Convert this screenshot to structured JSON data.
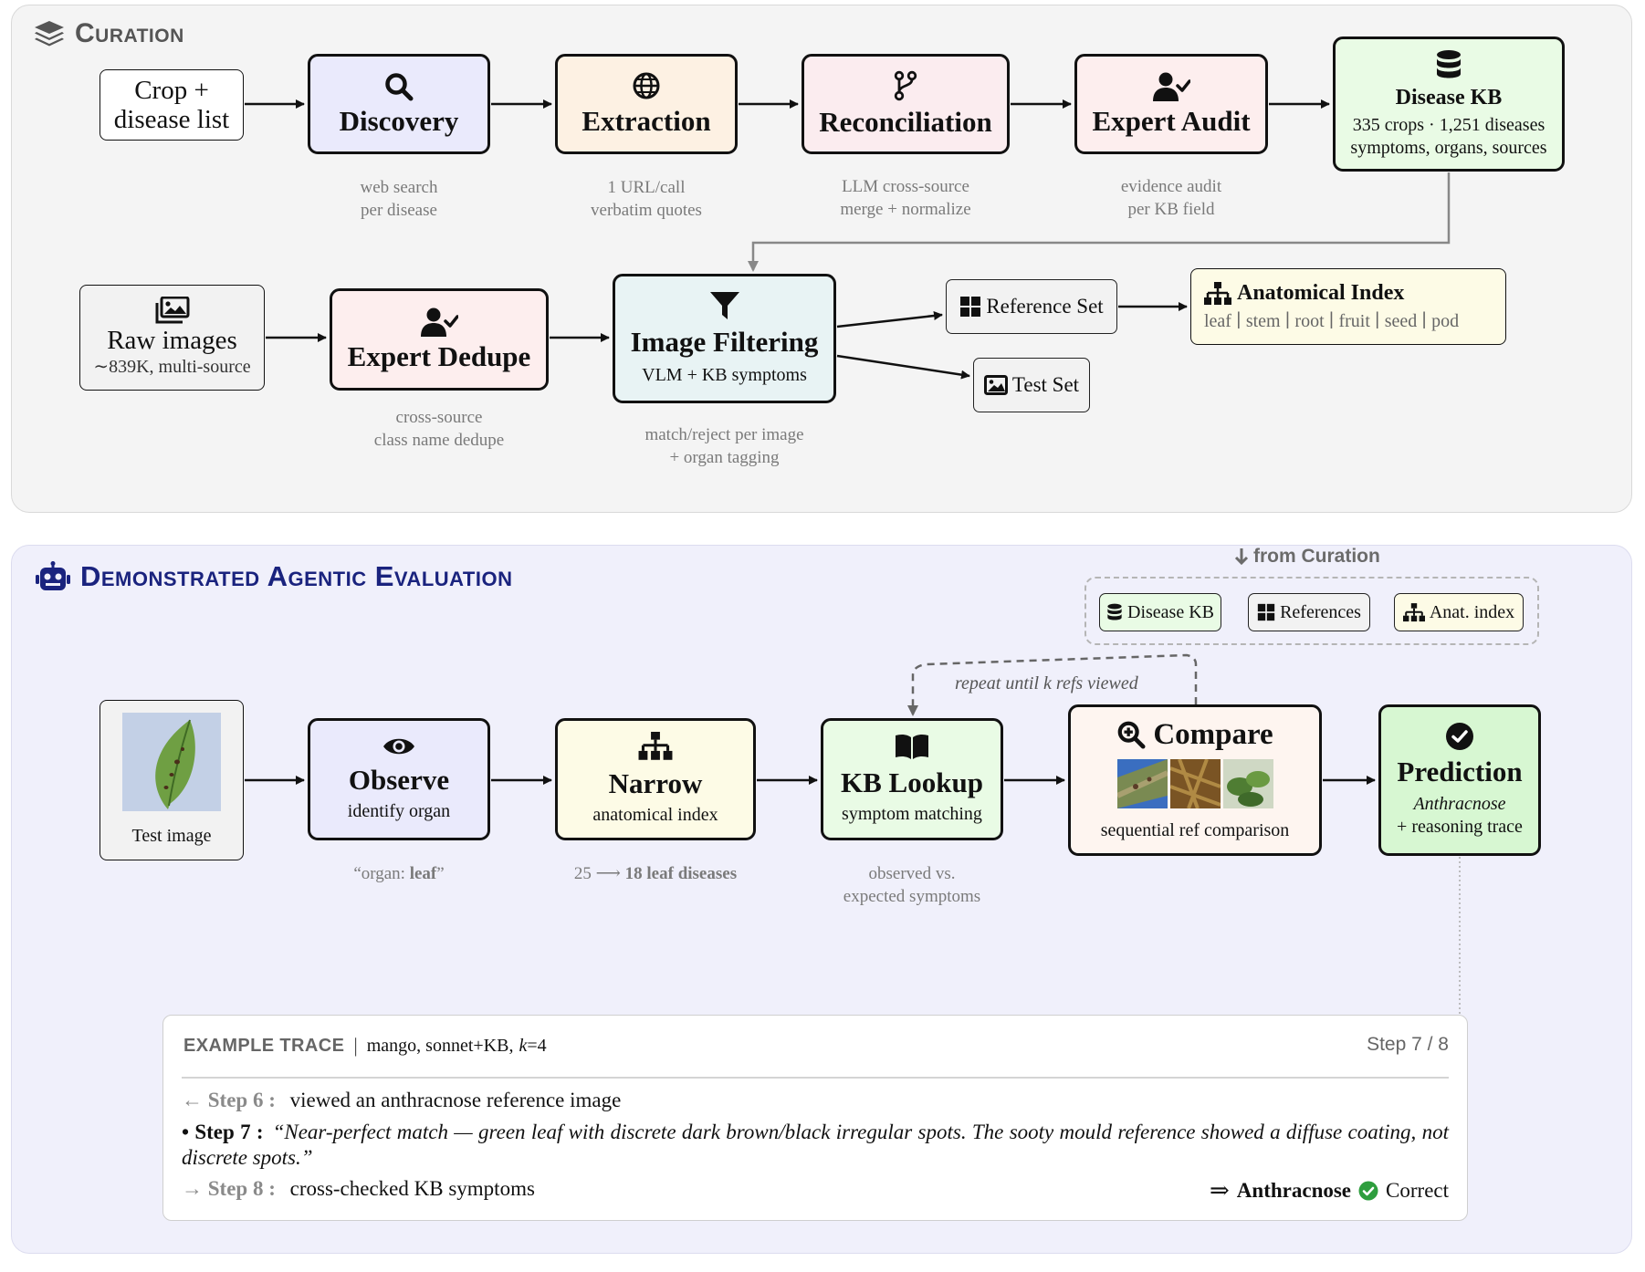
{
  "curation": {
    "title": "Curation",
    "crop_input": "Crop +\ndisease list",
    "discovery": {
      "title": "Discovery",
      "caption": "web search\nper disease"
    },
    "extraction": {
      "title": "Extraction",
      "caption": "1 URL/call\nverbatim quotes"
    },
    "reconciliation": {
      "title": "Reconciliation",
      "caption": "LLM cross-source\nmerge + normalize"
    },
    "expert_audit": {
      "title": "Expert Audit",
      "caption": "evidence audit\nper KB field"
    },
    "disease_kb": {
      "title": "Disease KB",
      "line1": "335 crops · 1,251 diseases",
      "line2": "symptoms, organs, sources"
    },
    "raw_images": {
      "title": "Raw images",
      "sub": "∼839K, multi-source"
    },
    "expert_dedupe": {
      "title": "Expert Dedupe",
      "caption": "cross-source\nclass name dedupe"
    },
    "image_filtering": {
      "title": "Image Filtering",
      "sub": "VLM + KB symptoms",
      "caption": "match/reject per image\n+ organ tagging"
    },
    "reference_set": "Reference Set",
    "test_set": "Test Set",
    "anatomical_index": {
      "title": "Anatomical Index",
      "organs": [
        "leaf",
        "stem",
        "root",
        "fruit",
        "seed",
        "pod"
      ]
    }
  },
  "evaluation": {
    "title": "Demonstrated Agentic Evaluation",
    "from_curation": "from Curation",
    "chips": [
      "Disease KB",
      "References",
      "Anat. index"
    ],
    "loop_label": "repeat until",
    "loop_k": "k",
    "loop_label_end": "refs viewed",
    "test_image": "Test image",
    "observe": {
      "title": "Observe",
      "sub": "identify organ",
      "caption_pre": "“organ: ",
      "caption_bold": "leaf",
      "caption_post": "”"
    },
    "narrow": {
      "title": "Narrow",
      "sub": "anatomical index",
      "caption_pre": "25 ⟶ ",
      "caption_bold": "18 leaf diseases"
    },
    "kb_lookup": {
      "title": "KB Lookup",
      "sub": "symptom matching",
      "caption": "observed vs.\nexpected symptoms"
    },
    "compare": {
      "title": "Compare",
      "sub": "sequential ref comparison"
    },
    "prediction": {
      "title": "Prediction",
      "disease": "Anthracnose",
      "sub": "+ reasoning trace"
    },
    "trace": {
      "label": "EXAMPLE TRACE",
      "meta": "mango,  sonnet+KB,",
      "k_eq": "=4",
      "k_sym": "k",
      "step_counter": "Step 7 / 8",
      "step6_label": "← Step 6 :",
      "step6_text": "viewed an anthracnose reference image",
      "step7_label": "• Step 7 :",
      "step7_text": "“Near-perfect match — green leaf with discrete dark brown/black irregular spots. The sooty mould reference showed a diffuse coating, not discrete spots.”",
      "step8_label": "→ Step 8 :",
      "step8_text": "cross-checked KB symptoms",
      "result_arrow": "⇒",
      "result_disease": "Anthracnose",
      "result_status": "Correct"
    }
  },
  "colors": {
    "discovery": "#eaeafc",
    "extraction": "#fdf1e3",
    "reconciliation": "#fbecef",
    "expert": "#fdeeee",
    "kb": "#e9fbe5",
    "filtering": "#e8f3f4",
    "anatomical": "#fdfbe6",
    "eval_panel": "#f0f0fb",
    "eval_title": "#1a237e",
    "compare": "#fef5f0"
  }
}
